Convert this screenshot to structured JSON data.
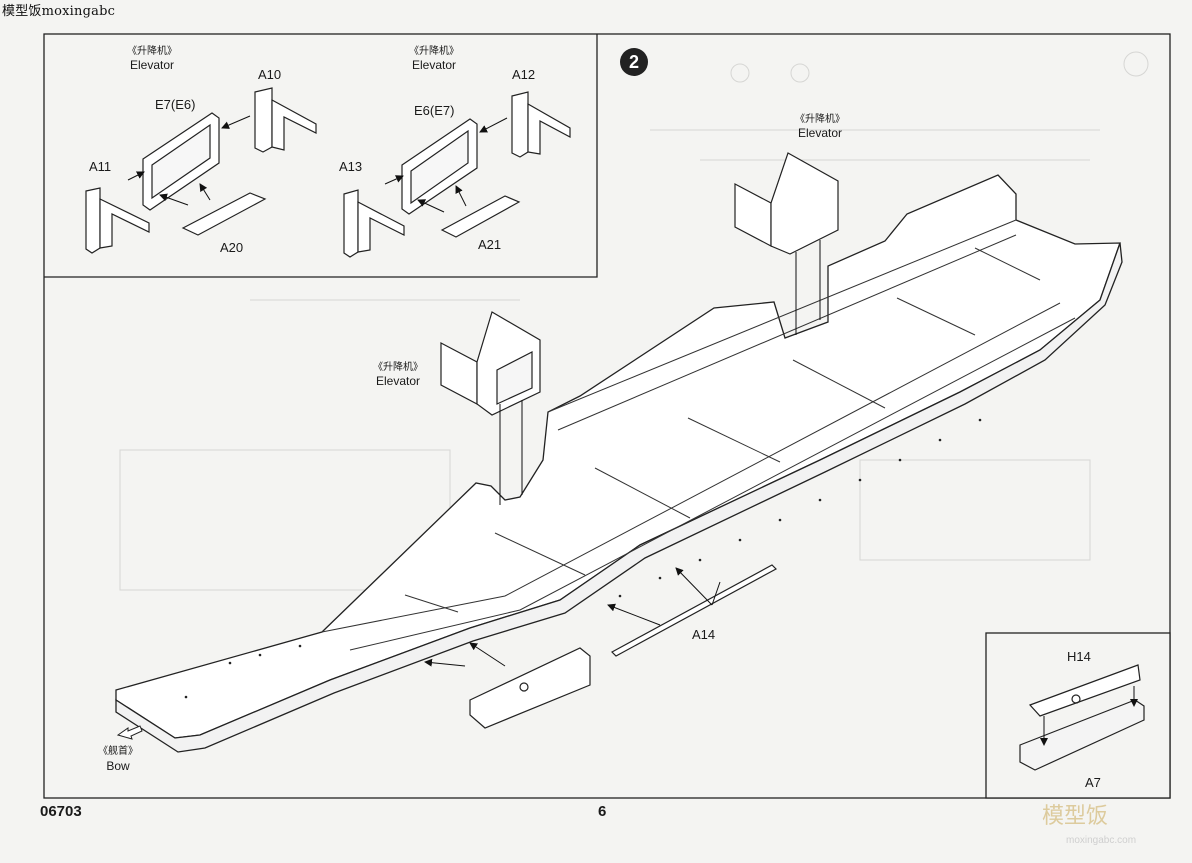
{
  "header": {
    "watermark": "模型饭moxingabc"
  },
  "step": {
    "number": "2"
  },
  "inset_panel": {
    "left": {
      "elevator_cn": "《升降机》",
      "elevator_en": "Elevator",
      "parts": {
        "a10": "A10",
        "e7e6": "E7(E6)",
        "a11": "A11",
        "a20": "A20"
      }
    },
    "right": {
      "elevator_cn": "《升降机》",
      "elevator_en": "Elevator",
      "parts": {
        "a12": "A12",
        "e6e7": "E6(E7)",
        "a13": "A13",
        "a21": "A21"
      }
    }
  },
  "main": {
    "elevator1": {
      "cn": "《升降机》",
      "en": "Elevator"
    },
    "elevator2": {
      "cn": "《升降机》",
      "en": "Elevator"
    },
    "a14": "A14",
    "bow": {
      "cn": "《舰首》",
      "en": "Bow"
    }
  },
  "detail_box": {
    "h14": "H14",
    "a7": "A7"
  },
  "footer": {
    "code": "06703",
    "page": "6"
  },
  "watermark_bottom": {
    "logo": "模型饭",
    "url": "moxingabc.com"
  }
}
